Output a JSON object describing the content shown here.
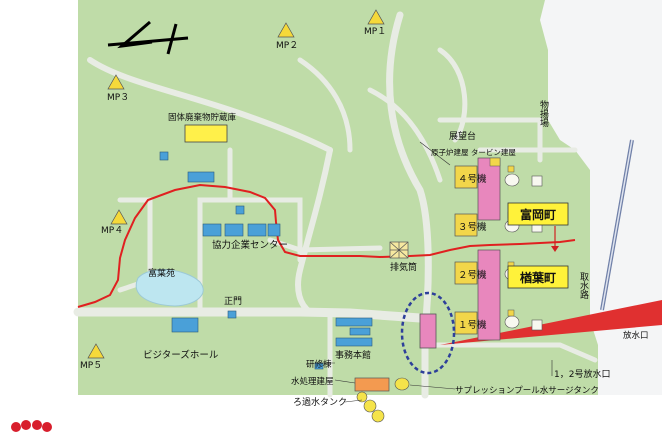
{
  "map": {
    "monitoring_posts": [
      {
        "label": "MP１"
      },
      {
        "label": "MP２"
      },
      {
        "label": "MP３"
      },
      {
        "label": "MP４"
      },
      {
        "label": "MP５"
      }
    ],
    "labels": {
      "storage": "固体廃棄物貯蔵庫",
      "cooperation_center": "協力企業センター",
      "observation_deck": "展望台",
      "reactor_turbine": "原子炉建屋 タービン建屋",
      "unit4": "４号機",
      "unit3": "３号機",
      "unit2": "２号機",
      "unit1": "１号機",
      "tomioka": "富岡町",
      "naraha": "楢葉町",
      "stack": "排気筒",
      "pond": "富葉苑",
      "main_gate": "正門",
      "visitors_hall": "ビジターズホール",
      "training": "研修棟",
      "office": "事務本館",
      "water_treatment": "水処理建屋",
      "filter_tank": "ろ過水タンク",
      "suppression": "サプレッションプール水サージタンク",
      "outlet": "1，2号放水口",
      "outlet_right": "放水口",
      "intake": "取水路",
      "logistics": "物揚場"
    },
    "colors": {
      "ground": "#bfdca8",
      "road": "#e8ece4",
      "sea": "#f4f5f6",
      "boundary": "#e02020",
      "turbine": "#e887bd",
      "reactor": "#f2d64a",
      "town_label_bg": "#fff23a"
    }
  }
}
